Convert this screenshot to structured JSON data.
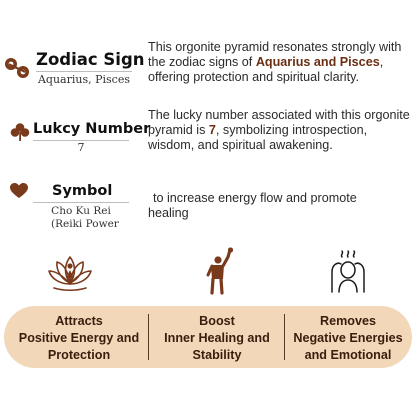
{
  "zodiac": {
    "title": "Zodiac Sign",
    "subtitle": "Aquarius, Pisces",
    "desc_pre": "This orgonite pyramid resonates strongly with the zodiac signs of ",
    "desc_highlight": "Aquarius and Pisces",
    "desc_post": ", offering protection and spiritual clarity."
  },
  "lucky": {
    "title": "Lukcy Number",
    "subtitle": "7",
    "desc_pre": "The lucky number associated with this orgonite pyramid is ",
    "desc_highlight": "7",
    "desc_post": ", symbolizing introspection, wisdom, and spiritual awakening."
  },
  "symbol": {
    "title": "Symbol",
    "subtitle_line1": "Cho Ku Rei",
    "subtitle_line2": "(Reiki Power",
    "desc": "to increase energy flow and promote healing"
  },
  "benefits": [
    {
      "line1": "Attracts",
      "line2": "Positive Energy and",
      "line3": "Protection"
    },
    {
      "line1": "Boost",
      "line2": "Inner Healing and",
      "line3": "Stability"
    },
    {
      "line1": "Removes",
      "line2": "Negative Energies",
      "line3": "and Emotional"
    }
  ],
  "colors": {
    "accent": "#6b2f14",
    "pill": "#f2d7b8",
    "icon": "#7a3a1c"
  },
  "icons": [
    "pisces-icon",
    "clover-icon",
    "heart-icon",
    "lotus-meditation-icon",
    "raised-fist-person-icon",
    "stress-relief-head-icon"
  ]
}
